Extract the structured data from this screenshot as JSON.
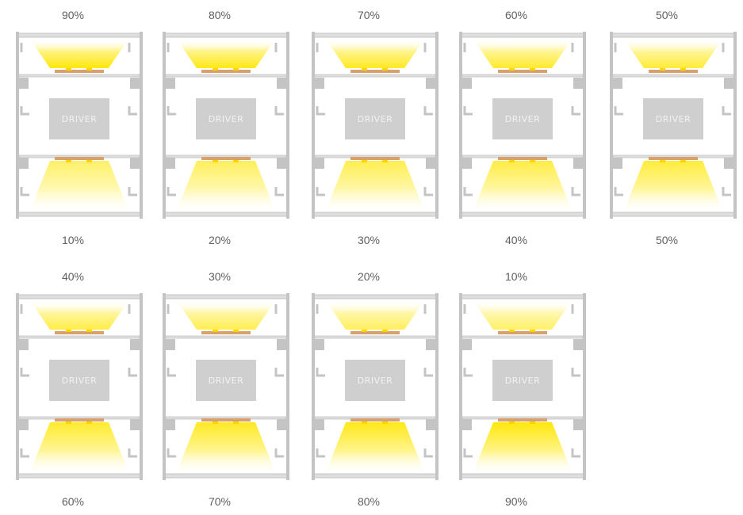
{
  "driver_label": "DRIVER",
  "colors": {
    "frame": "#c4c4c4",
    "frame_light": "#dedede",
    "driver_box": "#cfcfcf",
    "led_strip": "#d8a06a",
    "led_chip": "#ffd400",
    "light": "#ffe800"
  },
  "fixtures": [
    {
      "up": "90%",
      "down": "10%",
      "up_level": 0.9,
      "down_level": 0.1
    },
    {
      "up": "80%",
      "down": "20%",
      "up_level": 0.8,
      "down_level": 0.2
    },
    {
      "up": "70%",
      "down": "30%",
      "up_level": 0.7,
      "down_level": 0.3
    },
    {
      "up": "60%",
      "down": "40%",
      "up_level": 0.6,
      "down_level": 0.4
    },
    {
      "up": "50%",
      "down": "50%",
      "up_level": 0.5,
      "down_level": 0.5
    },
    {
      "up": "40%",
      "down": "60%",
      "up_level": 0.4,
      "down_level": 0.6
    },
    {
      "up": "30%",
      "down": "70%",
      "up_level": 0.3,
      "down_level": 0.7
    },
    {
      "up": "20%",
      "down": "80%",
      "up_level": 0.2,
      "down_level": 0.8
    },
    {
      "up": "10%",
      "down": "90%",
      "up_level": 0.1,
      "down_level": 0.9
    }
  ]
}
